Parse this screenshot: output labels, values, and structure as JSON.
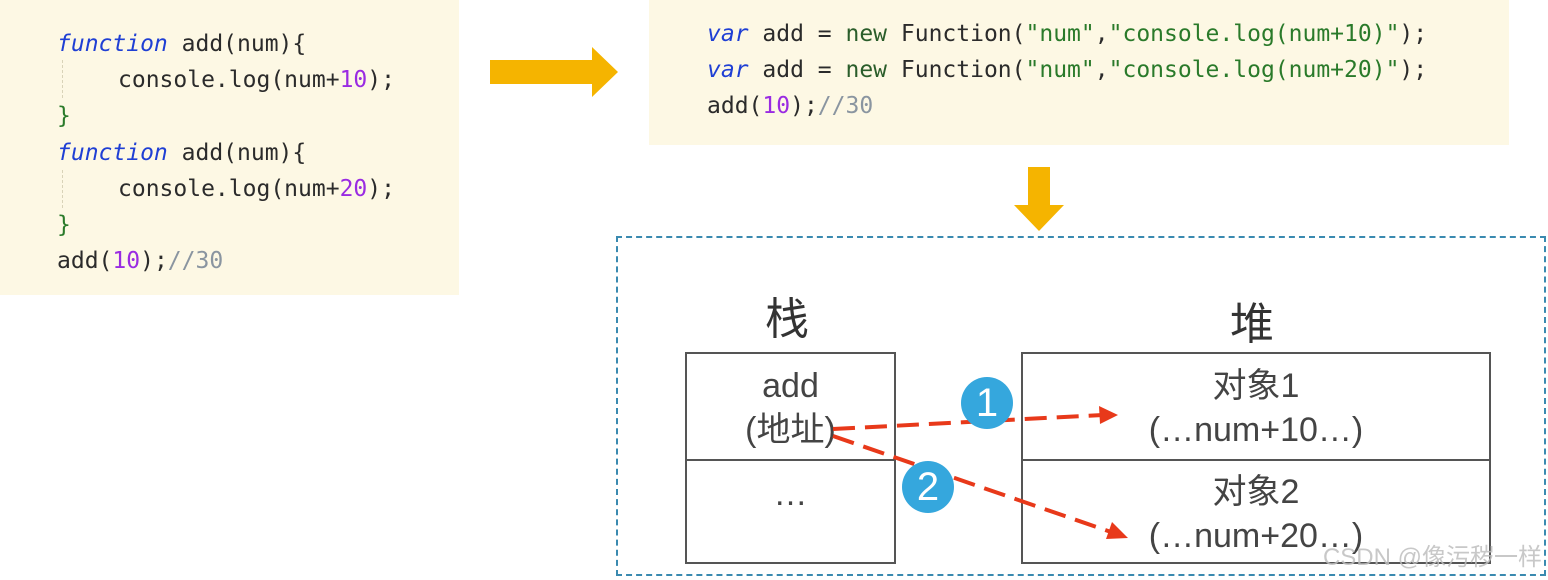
{
  "left_code": {
    "line1_kw": "function",
    "line1_rest": " add(num){",
    "line2_pre": "console.log(num+",
    "line2_num": "10",
    "line2_post": ");",
    "line3": "}",
    "line4_kw": "function",
    "line4_rest": " add(num){",
    "line5_pre": "console.log(num+",
    "line5_num": "20",
    "line5_post": ");",
    "line6": "}",
    "line7_pre": "add(",
    "line7_num": "10",
    "line7_post": ");",
    "line7_cmt": "//30"
  },
  "right_code": {
    "line1_kw": "var",
    "line1_a": " add = ",
    "line1_new": "new",
    "line1_fn": " Function(",
    "line1_s1": "\"num\"",
    "line1_comma": ",",
    "line1_s2": "\"console.log(num+10)\"",
    "line1_end": ");",
    "line2_kw": "var",
    "line2_a": " add = ",
    "line2_new": "new",
    "line2_fn": " Function(",
    "line2_s1": "\"num\"",
    "line2_comma": ",",
    "line2_s2": "\"console.log(num+20)\"",
    "line2_end": ");",
    "line3_pre": "add(",
    "line3_num": "10",
    "line3_post": ");",
    "line3_cmt": "//30"
  },
  "memory": {
    "stack_label": "栈",
    "heap_label": "堆",
    "stack_cell1_line1": "add",
    "stack_cell1_line2": "(地址)",
    "stack_cell2": "…",
    "heap_cell1_line1": "对象1",
    "heap_cell1_line2": "(…num+10…)",
    "heap_cell2_line1": "对象2",
    "heap_cell2_line2": "(…num+20…)",
    "badge1": "1",
    "badge2": "2"
  },
  "colors": {
    "arrow_yellow": "#f5b400",
    "pointer_red": "#e8391a",
    "badge_blue": "#35a7dd",
    "frame_blue": "#3a8ab0"
  },
  "watermark": "CSDN @像污秽一样"
}
